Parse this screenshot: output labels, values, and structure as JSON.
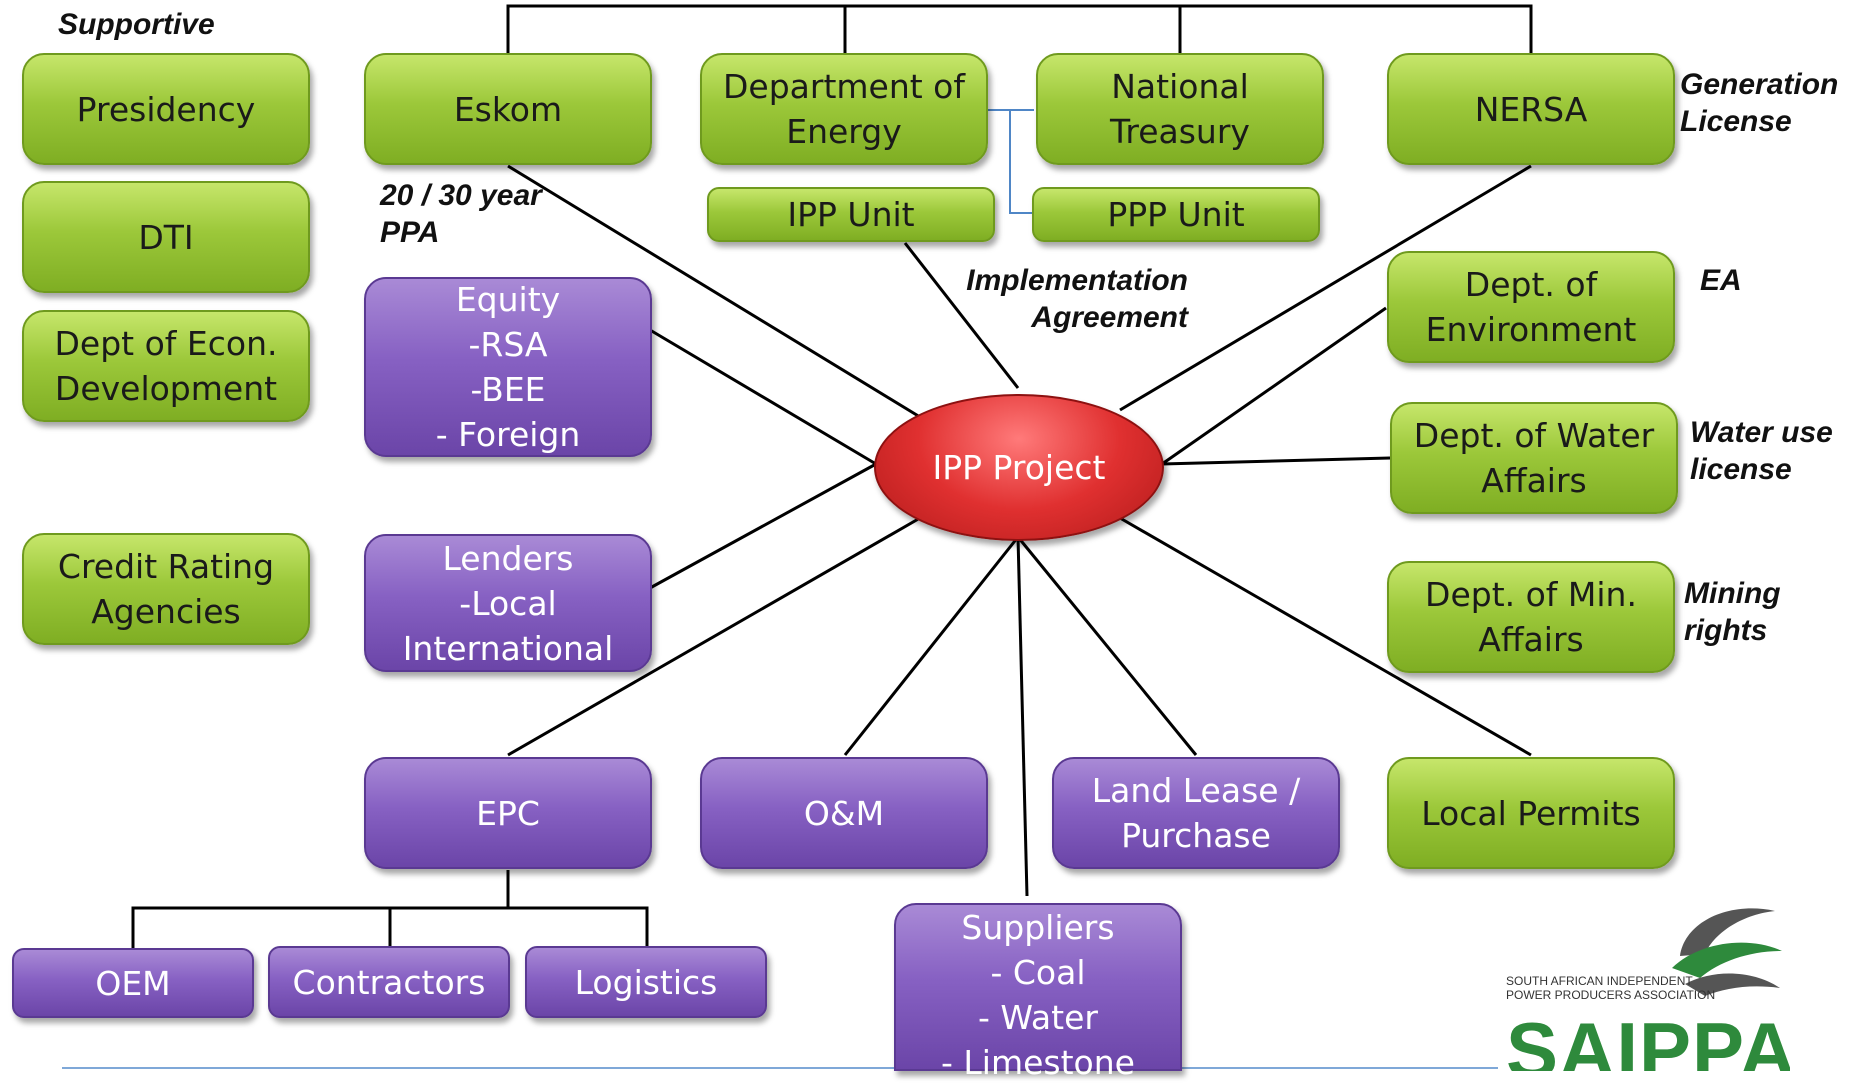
{
  "nodes": {
    "presidency": "Presidency",
    "dti": "DTI",
    "econ_dev": "Dept of Econ.\nDevelopment",
    "credit_rating": "Credit Rating\nAgencies",
    "eskom": "Eskom",
    "doe": "Department of\nEnergy",
    "treasury": "National\nTreasury",
    "nersa": "NERSA",
    "ipp_unit": "IPP Unit",
    "ppp_unit": "PPP Unit",
    "environment": "Dept. of\nEnvironment",
    "water": "Dept. of Water\nAffairs",
    "min": "Dept. of Min.\nAffairs",
    "local_permits": "Local Permits",
    "equity": "Equity\n-RSA\n-BEE\n- Foreign",
    "lenders": "Lenders\n-Local\nInternational",
    "epc": "EPC",
    "om": "O&M",
    "land": "Land Lease /\nPurchase",
    "suppliers": "Suppliers\n-      Coal\n-      Water\n-      Limestone",
    "oem": "OEM",
    "contractors": "Contractors",
    "logistics": "Logistics",
    "hub": "IPP Project"
  },
  "notes": {
    "supportive": "Supportive",
    "ppa": "20 / 30 year\nPPA",
    "implementation": "Implementation\nAgreement",
    "generation": "Generation\nLicense",
    "ea": "EA",
    "water_use": "Water use\nlicense",
    "mining": "Mining\nrights"
  },
  "logo": {
    "subtitle": "SOUTH AFRICAN INDEPENDENT\nPOWER PRODUCERS ASSOCIATION",
    "name": "SAIPPA"
  },
  "colors": {
    "green": "#9cc83a",
    "purple": "#8761c3",
    "hub": "#e03030",
    "logo_green": "#2e8a3c",
    "logo_grey": "#555555"
  }
}
